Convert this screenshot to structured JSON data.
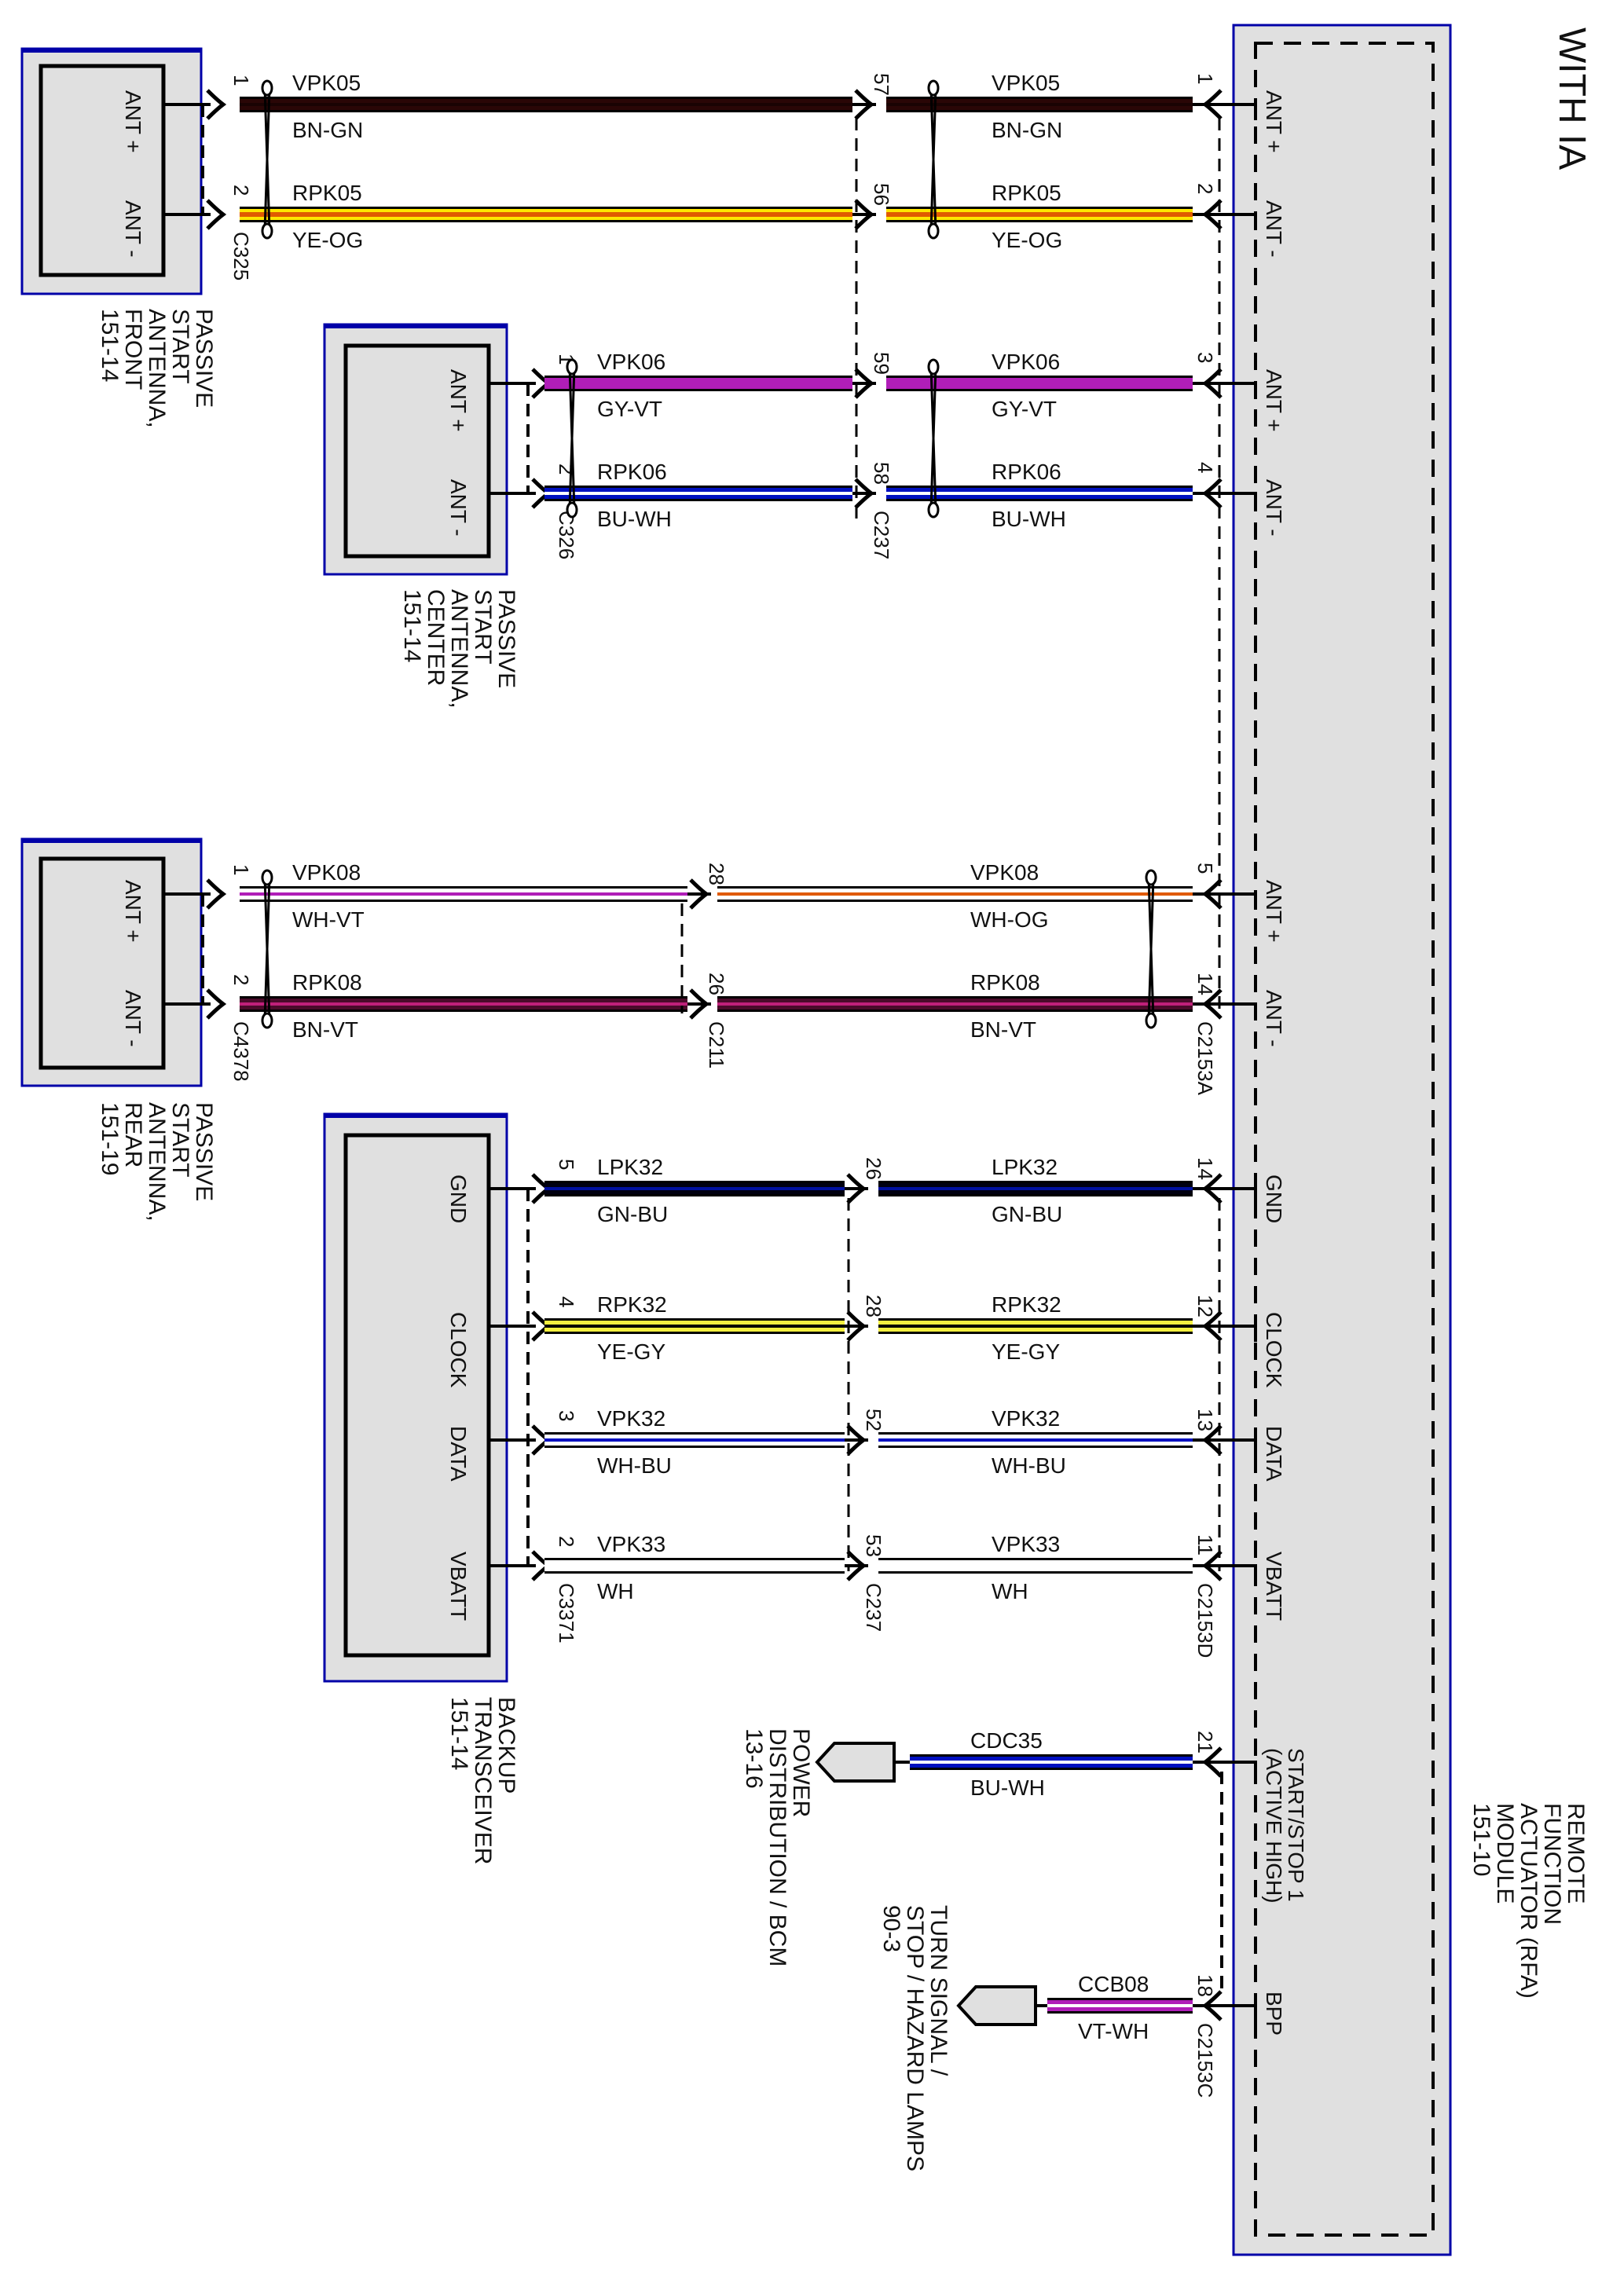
{
  "title": "WITH IA",
  "colors": {
    "component_fill": "#e0e0e0",
    "component_border": "#0000a8",
    "wire_outline": "#000000",
    "BN": "#3a0a0a",
    "GN": "#1a1a1a",
    "YE": "#ffe600",
    "OG": "#e05a00",
    "GY": "#8a8a8a",
    "VT": "#b01eb8",
    "BU": "#0010c0",
    "WH": "#ffffff",
    "BN_VT": "#4a0a2a"
  },
  "module": {
    "name": "REMOTE FUNCTION ACTUATOR (RFA) MODULE",
    "name_lines": [
      "REMOTE",
      "FUNCTION",
      "ACTUATOR (RFA)",
      "MODULE",
      "151-10"
    ],
    "page_ref": "151-10",
    "pins": [
      {
        "pin": "1",
        "label": "ANT +",
        "connector": ""
      },
      {
        "pin": "2",
        "label": "ANT -",
        "connector": ""
      },
      {
        "pin": "3",
        "label": "ANT +",
        "connector": ""
      },
      {
        "pin": "4",
        "label": "ANT -",
        "connector": ""
      },
      {
        "pin": "5",
        "label": "ANT +",
        "connector": ""
      },
      {
        "pin": "14",
        "label": "ANT -",
        "connector": "C2153A"
      },
      {
        "pin": "14",
        "label": "GND",
        "connector": ""
      },
      {
        "pin": "12",
        "label": "CLOCK",
        "connector": ""
      },
      {
        "pin": "13",
        "label": "DATA",
        "connector": ""
      },
      {
        "pin": "11",
        "label": "VBATT",
        "connector": "C2153D"
      },
      {
        "pin": "21",
        "label": "START/STOP 1 (ACTIVE HIGH)",
        "connector": ""
      },
      {
        "pin": "18",
        "label": "BPP",
        "connector": "C2153C"
      }
    ]
  },
  "components": [
    {
      "id": "front",
      "name_lines": [
        "PASSIVE",
        "START",
        "ANTENNA,",
        "FRONT",
        "151-14"
      ],
      "pins": [
        {
          "pin": "1",
          "label": "ANT +"
        },
        {
          "pin": "2",
          "label": "ANT -"
        }
      ],
      "connector": "C325"
    },
    {
      "id": "center",
      "name_lines": [
        "PASSIVE",
        "START",
        "ANTENNA,",
        "CENTER",
        "151-14"
      ],
      "pins": [
        {
          "pin": "1",
          "label": "ANT +"
        },
        {
          "pin": "2",
          "label": "ANT -"
        }
      ],
      "connector": "C326"
    },
    {
      "id": "rear",
      "name_lines": [
        "PASSIVE",
        "START",
        "ANTENNA,",
        "REAR",
        "151-19"
      ],
      "pins": [
        {
          "pin": "1",
          "label": "ANT +"
        },
        {
          "pin": "2",
          "label": "ANT -"
        }
      ],
      "connector": "C4378"
    },
    {
      "id": "backup",
      "name_lines": [
        "BACKUP",
        "TRANSCEIVER",
        "151-14"
      ],
      "pins": [
        {
          "pin": "5",
          "label": "GND"
        },
        {
          "pin": "4",
          "label": "CLOCK"
        },
        {
          "pin": "3",
          "label": "DATA"
        },
        {
          "pin": "2",
          "label": "VBATT"
        }
      ],
      "connector": "C3371"
    }
  ],
  "references": [
    {
      "id": "power",
      "name_lines": [
        "POWER",
        "DISTRIBUTION / BCM",
        "13-16"
      ]
    },
    {
      "id": "turn",
      "name_lines": [
        "TURN SIGNAL /",
        "STOP / HAZARD LAMPS",
        "90-3"
      ]
    }
  ],
  "circuits": [
    {
      "group": "front",
      "left": {
        "circuit": "VPK05",
        "color": "BN-GN",
        "pin": "1"
      },
      "inline": {
        "pin": "57",
        "connector": ""
      },
      "right": {
        "circuit": "VPK05",
        "color": "BN-GN",
        "pin": "1"
      }
    },
    {
      "group": "front",
      "left": {
        "circuit": "RPK05",
        "color": "YE-OG",
        "pin": "2"
      },
      "inline": {
        "pin": "56",
        "connector": ""
      },
      "right": {
        "circuit": "RPK05",
        "color": "YE-OG",
        "pin": "2"
      }
    },
    {
      "group": "center",
      "left": {
        "circuit": "VPK06",
        "color": "GY-VT",
        "pin": "1"
      },
      "inline": {
        "pin": "59",
        "connector": ""
      },
      "right": {
        "circuit": "VPK06",
        "color": "GY-VT",
        "pin": "3"
      }
    },
    {
      "group": "center",
      "left": {
        "circuit": "RPK06",
        "color": "BU-WH",
        "pin": "2"
      },
      "inline": {
        "pin": "58",
        "connector": "C237"
      },
      "right": {
        "circuit": "RPK06",
        "color": "BU-WH",
        "pin": "4"
      }
    },
    {
      "group": "rear",
      "left": {
        "circuit": "VPK08",
        "color": "WH-VT",
        "pin": "1"
      },
      "inline": {
        "pin": "28",
        "connector": ""
      },
      "right": {
        "circuit": "VPK08",
        "color": "WH-OG",
        "pin": "5"
      }
    },
    {
      "group": "rear",
      "left": {
        "circuit": "RPK08",
        "color": "BN-VT",
        "pin": "2"
      },
      "inline": {
        "pin": "26",
        "connector": "C211"
      },
      "right": {
        "circuit": "RPK08",
        "color": "BN-VT",
        "pin": "14"
      }
    },
    {
      "group": "backup",
      "left": {
        "circuit": "LPK32",
        "color": "GN-BU",
        "pin": "5"
      },
      "inline": {
        "pin": "26",
        "connector": ""
      },
      "right": {
        "circuit": "LPK32",
        "color": "GN-BU",
        "pin": "14"
      }
    },
    {
      "group": "backup",
      "left": {
        "circuit": "RPK32",
        "color": "YE-GY",
        "pin": "4"
      },
      "inline": {
        "pin": "28",
        "connector": ""
      },
      "right": {
        "circuit": "RPK32",
        "color": "YE-GY",
        "pin": "12"
      }
    },
    {
      "group": "backup",
      "left": {
        "circuit": "VPK32",
        "color": "WH-BU",
        "pin": "3"
      },
      "inline": {
        "pin": "52",
        "connector": ""
      },
      "right": {
        "circuit": "VPK32",
        "color": "WH-BU",
        "pin": "13"
      }
    },
    {
      "group": "backup",
      "left": {
        "circuit": "VPK33",
        "color": "WH",
        "pin": "2"
      },
      "inline": {
        "pin": "53",
        "connector": "C237"
      },
      "right": {
        "circuit": "VPK33",
        "color": "WH",
        "pin": "11"
      }
    },
    {
      "group": "power",
      "right": {
        "circuit": "CDC35",
        "color": "BU-WH",
        "pin": "21"
      }
    },
    {
      "group": "turn",
      "right": {
        "circuit": "CCB08",
        "color": "VT-WH",
        "pin": "18"
      }
    }
  ]
}
